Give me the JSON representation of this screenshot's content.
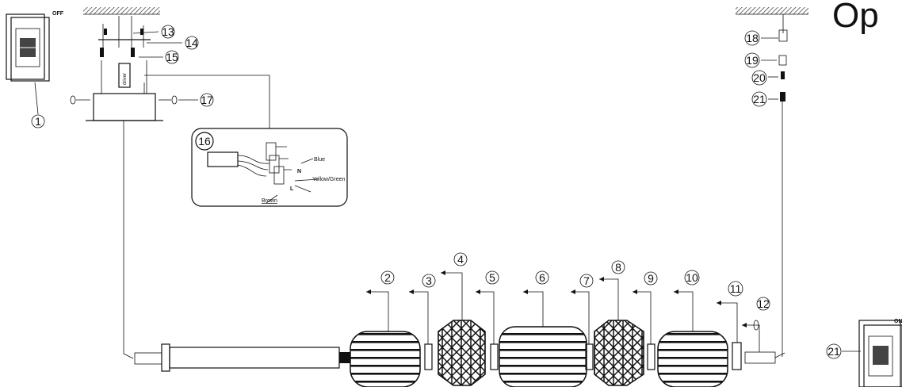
{
  "switch_left": {
    "state_label": "OFF"
  },
  "switch_right": {
    "state_label": "ON"
  },
  "header_text": "Op",
  "driver_label": "driver",
  "wiring_detail": {
    "callout": "16",
    "wire_blue": "Blue",
    "wire_yellow_green": "Yellow/Green",
    "wire_brown": "Brown",
    "terminal_n": "N",
    "terminal_l": "L"
  },
  "callouts": {
    "c1": "1",
    "c2": "2",
    "c3": "3",
    "c4": "4",
    "c5": "5",
    "c6": "6",
    "c7": "7",
    "c8": "8",
    "c9": "9",
    "c10": "10",
    "c11": "11",
    "c12": "12",
    "c13": "13",
    "c14": "14",
    "c15": "15",
    "c17": "17",
    "c18": "18",
    "c19": "19",
    "c20": "20",
    "c21": "21",
    "c21b": "21"
  },
  "colors": {
    "ink": "#111111",
    "paper": "#ffffff",
    "hatch": "#555555"
  }
}
